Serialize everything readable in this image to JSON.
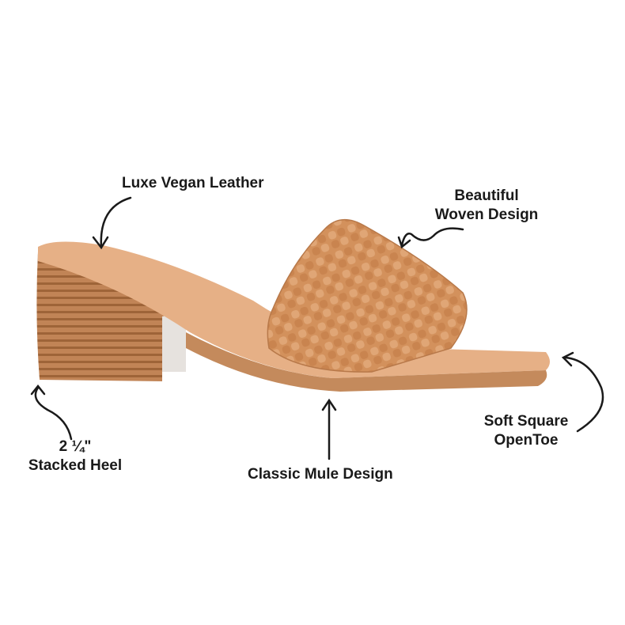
{
  "labels": {
    "leather": "Luxe Vegan Leather",
    "woven_1": "Beautiful",
    "woven_2": "Woven Design",
    "heel_1": "2 ¼\"",
    "heel_2": "Stacked Heel",
    "mule": "Classic Mule Design",
    "toe_1": "Soft Square",
    "toe_2": "OpenToe"
  },
  "colors": {
    "tan": "#d89a68",
    "sole": "#c48a5c",
    "heel": "#b97c50",
    "text": "#1a1a1a"
  }
}
